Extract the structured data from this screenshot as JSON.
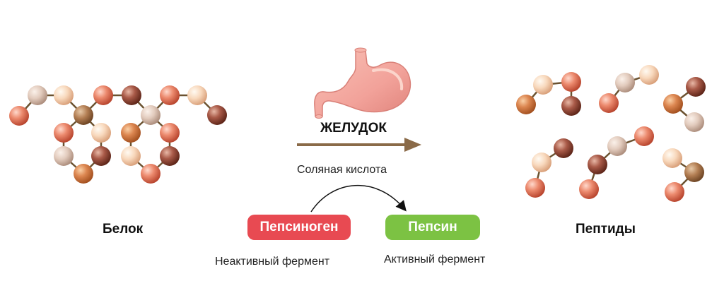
{
  "labels": {
    "protein": "Белок",
    "peptides": "Пептиды",
    "stomach": "ЖЕЛУДОК",
    "acid": "Соляная кислота",
    "inactive_enzyme": "Неактивный фермент",
    "active_enzyme": "Активный фермент"
  },
  "enzymes": {
    "pepsinogen": {
      "label": "Пепсиноген",
      "color": "#e84a52"
    },
    "pepsin": {
      "label": "Пепсин",
      "color": "#7cc243"
    }
  },
  "colors": {
    "bond": "#6b5230",
    "arrow": "#8a6a48",
    "stomach": "#f2a29a"
  }
}
